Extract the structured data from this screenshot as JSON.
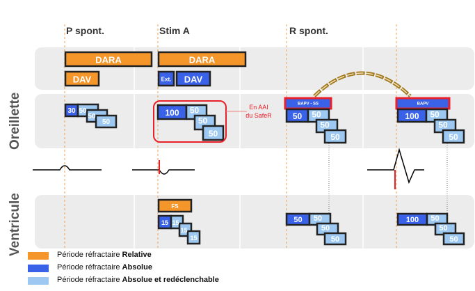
{
  "columns": [
    "P spont.",
    "Stim A",
    "R spont."
  ],
  "chambers": {
    "atrium": "Oreillette",
    "ventricle": "Ventricule"
  },
  "colors": {
    "relative": "#f5962a",
    "absolute": "#3a62e8",
    "retriggerable": "#9cc8f2",
    "highlight": "#e8202a"
  },
  "atrium_row1": {
    "dara": "DARA",
    "dav": "DAV",
    "ext": "Ext."
  },
  "atrium_row2": {
    "p": [
      "30",
      "50",
      "50",
      "50"
    ],
    "stim": [
      "100",
      "50",
      "50",
      "50"
    ],
    "r1_badge": "BAPV - SS",
    "r1": [
      "50",
      "50",
      "50",
      "50"
    ],
    "r2_badge": "BAPV",
    "r2": [
      "100",
      "50",
      "50",
      "50"
    ]
  },
  "annotation": {
    "line1": "En AAI",
    "line2": "du SafeR"
  },
  "ventricle": {
    "fs": "FS",
    "stim": [
      "15",
      "15",
      "15",
      "15"
    ],
    "r1": [
      "50",
      "50",
      "50",
      "50"
    ],
    "r2": [
      "100",
      "50",
      "50",
      "50"
    ]
  },
  "legend": [
    {
      "prefix": "Période réfractaire ",
      "bold": "Relative"
    },
    {
      "prefix": "Période réfractaire ",
      "bold": "Absolue"
    },
    {
      "prefix": "Période réfractaire ",
      "bold": "Absolue et redéclenchable"
    }
  ]
}
